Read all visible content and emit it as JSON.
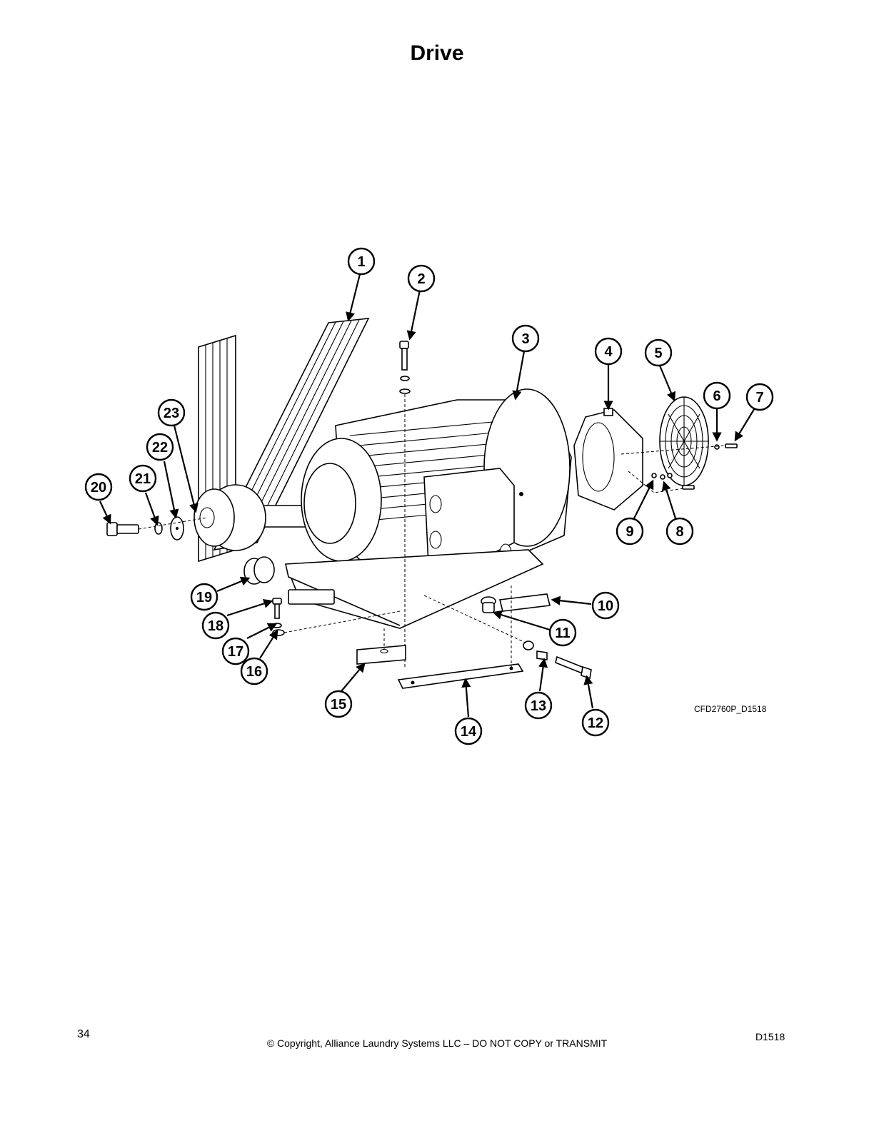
{
  "page": {
    "title": "Drive",
    "figure_code": "CFD2760P_D1518",
    "page_number": "34",
    "copyright": "© Copyright, Alliance Laundry Systems LLC – DO NOT COPY or TRANSMIT",
    "doc_id": "D1518"
  },
  "callouts": [
    "1",
    "2",
    "3",
    "4",
    "5",
    "6",
    "7",
    "8",
    "9",
    "10",
    "11",
    "12",
    "13",
    "14",
    "15",
    "16",
    "17",
    "18",
    "19",
    "20",
    "21",
    "22",
    "23"
  ]
}
